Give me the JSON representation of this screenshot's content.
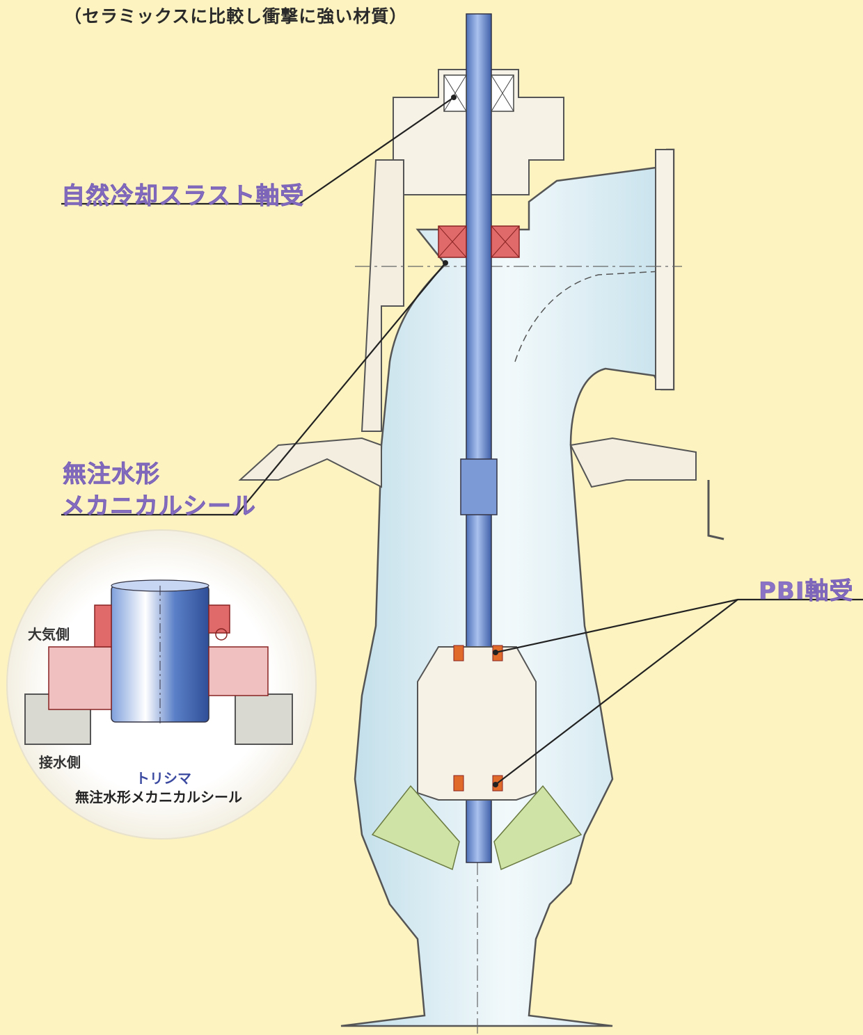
{
  "header": {
    "note": "（セラミックスに比較し衝撃に強い材質）"
  },
  "callouts": {
    "thrust_bearing": "自然冷却スラスト軸受",
    "seal_line1": "無注水形",
    "seal_line2": "メカニカルシール",
    "pbi_bearing": "PBI軸受"
  },
  "inset": {
    "atmosphere_side": "大気側",
    "wetted_side": "接水側",
    "brand": "トリシマ",
    "title": "無注水形メカニカルシール"
  },
  "colors": {
    "background": "#fcf3c0",
    "casing": "#f6f2e6",
    "water": "#d8ecf4",
    "shaft": "#6b8fd0",
    "seal": "#e06a6a",
    "impeller": "#cfe3a6",
    "callout_text": "#8a72c4"
  }
}
